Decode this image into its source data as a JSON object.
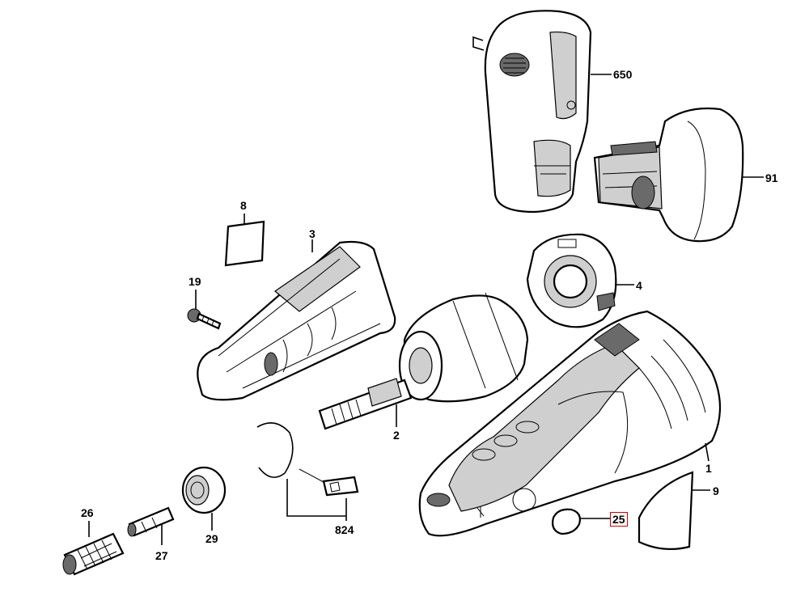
{
  "diagram": {
    "labels": {
      "p650": "650",
      "p91": "91",
      "p8": "8",
      "p3": "3",
      "p19": "19",
      "p4": "4",
      "p2": "2",
      "p1": "1",
      "p9": "9",
      "p25": "25",
      "p824": "824",
      "p26": "26",
      "p27": "27",
      "p29": "29"
    },
    "highlighted_part": "25",
    "highlight_color": "#d40000"
  }
}
